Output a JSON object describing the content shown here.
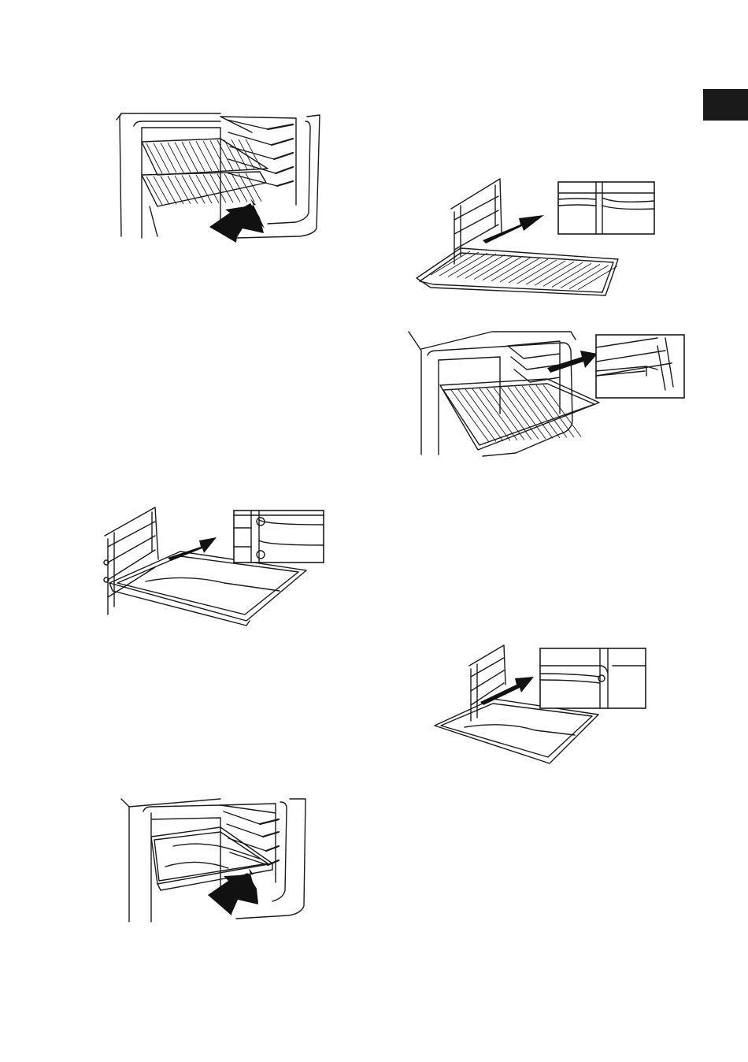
{
  "page": {
    "tab_color": "#1a1a1a",
    "line_color": "#1a1a1a",
    "background": "#ffffff"
  },
  "illustrations": [
    {
      "id": "oven-wire-rack-insert",
      "icon": "oven-rack-insert-illustration"
    },
    {
      "id": "wire-rack-side-rail-detail",
      "icon": "rack-rail-detail-illustration"
    },
    {
      "id": "oven-wire-rack-rail-detail",
      "icon": "oven-rack-rail-detail-illustration"
    },
    {
      "id": "baking-tray-side-rail",
      "icon": "tray-rail-illustration"
    },
    {
      "id": "baking-tray-rail-detail",
      "icon": "tray-rail-detail-illustration"
    },
    {
      "id": "oven-baking-tray-insert",
      "icon": "oven-tray-insert-illustration"
    }
  ]
}
